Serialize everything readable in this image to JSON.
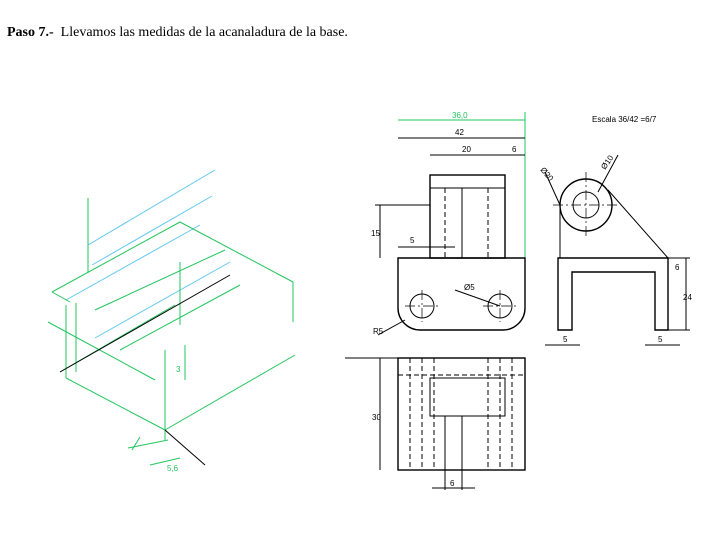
{
  "heading": {
    "step": "Paso 7.-",
    "text": "Llevamos las medidas de la acanaladura de la base."
  },
  "iso": {
    "dim_3": "3",
    "dim_5": "5,6"
  },
  "front_view": {
    "dim_36": "36,0",
    "dim_42": "42",
    "dim_20": "20",
    "dim_6": "6",
    "dim_15": "15",
    "dim_5": "5",
    "dim_phi5": "Ø5",
    "dim_r5": "R5"
  },
  "side_view": {
    "scale": "Escala 36/42 =6/7",
    "dim_phi20": "Ø20",
    "dim_phi10": "Ø10",
    "dim_6": "6",
    "dim_24": "24",
    "dim_5_left": "5",
    "dim_5_right": "5"
  },
  "top_view": {
    "dim_30": "30",
    "dim_6": "6"
  }
}
